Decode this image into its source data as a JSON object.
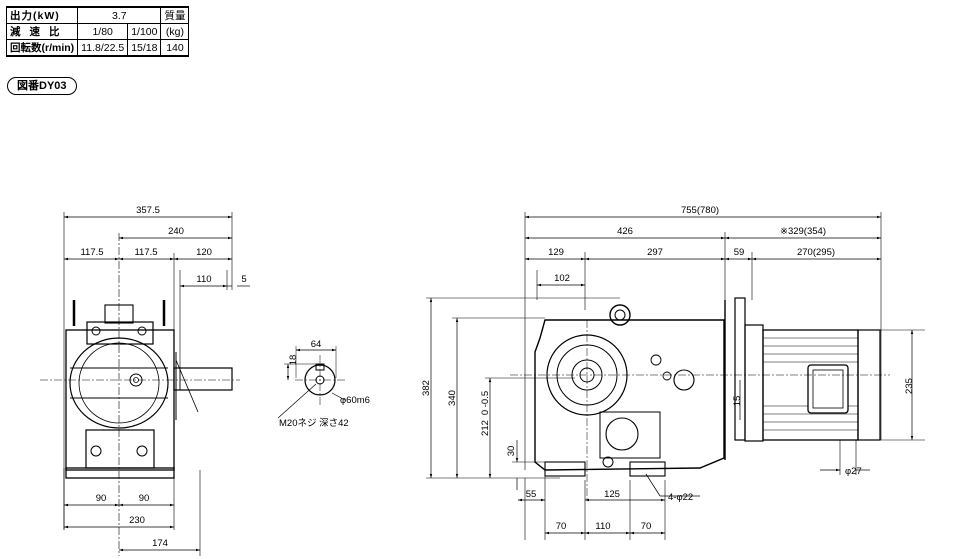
{
  "spec_table": {
    "output_label": "出力(kW)",
    "output_value": "3.7",
    "mass_label_1": "質量",
    "mass_label_2": "(kg)",
    "ratio_label": "減速比",
    "ratio_1": "1/80",
    "ratio_2": "1/100",
    "speed_label": "回転数(r/min)",
    "speed_1": "11.8/22.5",
    "speed_2": "15/18",
    "mass_value": "140"
  },
  "figure_label": "図番DY03",
  "front_view": {
    "d_357_5": "357.5",
    "d_240": "240",
    "d_117_5_a": "117.5",
    "d_117_5_b": "117.5",
    "d_120": "120",
    "d_110": "110",
    "d_5": "5",
    "d_90_a": "90",
    "d_90_b": "90",
    "d_230": "230",
    "d_174": "174"
  },
  "shaft_detail": {
    "d_64": "64",
    "d_18": "18",
    "d_dia": "φ60m6",
    "tap_note": "M20ネジ 深さ42"
  },
  "side_view": {
    "d_755": "755(780)",
    "d_426": "426",
    "d_329": "※329(354)",
    "d_129": "129",
    "d_297": "297",
    "d_59": "59",
    "d_270": "270(295)",
    "d_102": "102",
    "d_382": "382",
    "d_340": "340",
    "d_212": "212",
    "d_tol": "0 -0.5",
    "d_30": "30",
    "d_15": "15",
    "d_235": "235",
    "d_phi27": "φ27",
    "d_55": "55",
    "d_125": "125",
    "d_holes": "4-φ22",
    "d_70_a": "70",
    "d_110": "110",
    "d_70_b": "70"
  }
}
